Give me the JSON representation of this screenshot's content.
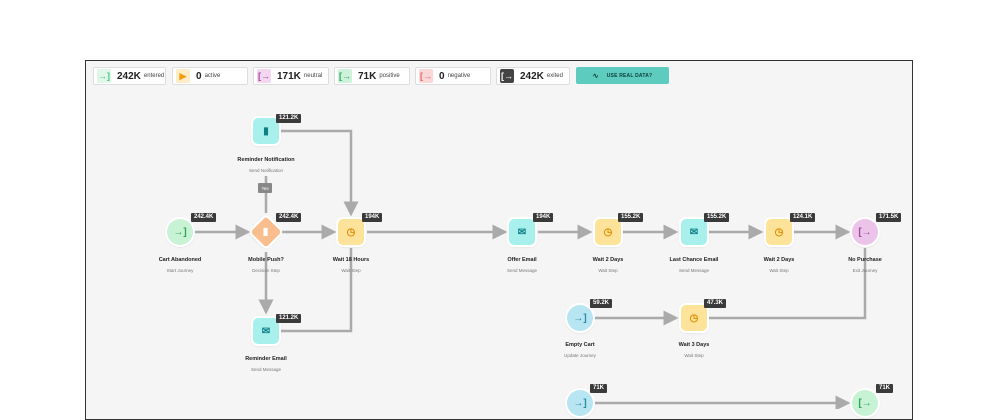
{
  "stats": [
    {
      "num": "242K",
      "label": "entered",
      "color": "#47c97a",
      "bg": "#dff6e8",
      "icon": "enter-icon"
    },
    {
      "num": "0",
      "label": "active",
      "color": "#f39c12",
      "bg": "#fdeec8",
      "icon": "play-icon"
    },
    {
      "num": "171K",
      "label": "neutral",
      "color": "#a3479f",
      "bg": "#f2d7ef",
      "icon": "exit-icon"
    },
    {
      "num": "71K",
      "label": "positive",
      "color": "#2ea35a",
      "bg": "#cdf1d9",
      "icon": "exit-icon"
    },
    {
      "num": "0",
      "label": "negative",
      "color": "#e06a6a",
      "bg": "#fbd6d6",
      "icon": "exit-icon"
    },
    {
      "num": "242K",
      "label": "exited",
      "color": "#ffffff",
      "bg": "#444444",
      "icon": "exit-icon"
    }
  ],
  "real_data_button": "USE REAL DATA?",
  "yes_label": "Yes",
  "nodes": [
    {
      "key": "cart",
      "title": "Cart Abandoned",
      "sub": "Start Journey",
      "badge": "242.4K"
    },
    {
      "key": "mobile",
      "title": "Mobile Push?",
      "sub": "Decision Step",
      "badge": "242.4K"
    },
    {
      "key": "reminder_notif",
      "title": "Reminder Notification",
      "sub": "Send Notification",
      "badge": "121.2K"
    },
    {
      "key": "reminder_email",
      "title": "Reminder Email",
      "sub": "Send Message",
      "badge": "121.2K"
    },
    {
      "key": "wait18",
      "title": "Wait 18 Hours",
      "sub": "Wait Step",
      "badge": "194K"
    },
    {
      "key": "offer",
      "title": "Offer Email",
      "sub": "Send Message",
      "badge": "194K"
    },
    {
      "key": "wait2a",
      "title": "Wait 2 Days",
      "sub": "Wait Step",
      "badge": "155.2K"
    },
    {
      "key": "lastchance",
      "title": "Last Chance Email",
      "sub": "Send Message",
      "badge": "155.2K"
    },
    {
      "key": "wait2b",
      "title": "Wait 2 Days",
      "sub": "Wait Step",
      "badge": "124.1K"
    },
    {
      "key": "nopurchase",
      "title": "No Purchase",
      "sub": "Exit Journey",
      "badge": "171.5K"
    },
    {
      "key": "emptycart",
      "title": "Empty Cart",
      "sub": "Update Journey",
      "badge": "59.2K"
    },
    {
      "key": "wait3",
      "title": "Wait 3 Days",
      "sub": "Wait Step",
      "badge": "47.3K"
    },
    {
      "key": "bottom_start",
      "title": "",
      "sub": "",
      "badge": "71K"
    },
    {
      "key": "bottom_end",
      "title": "",
      "sub": "",
      "badge": "71K"
    }
  ]
}
